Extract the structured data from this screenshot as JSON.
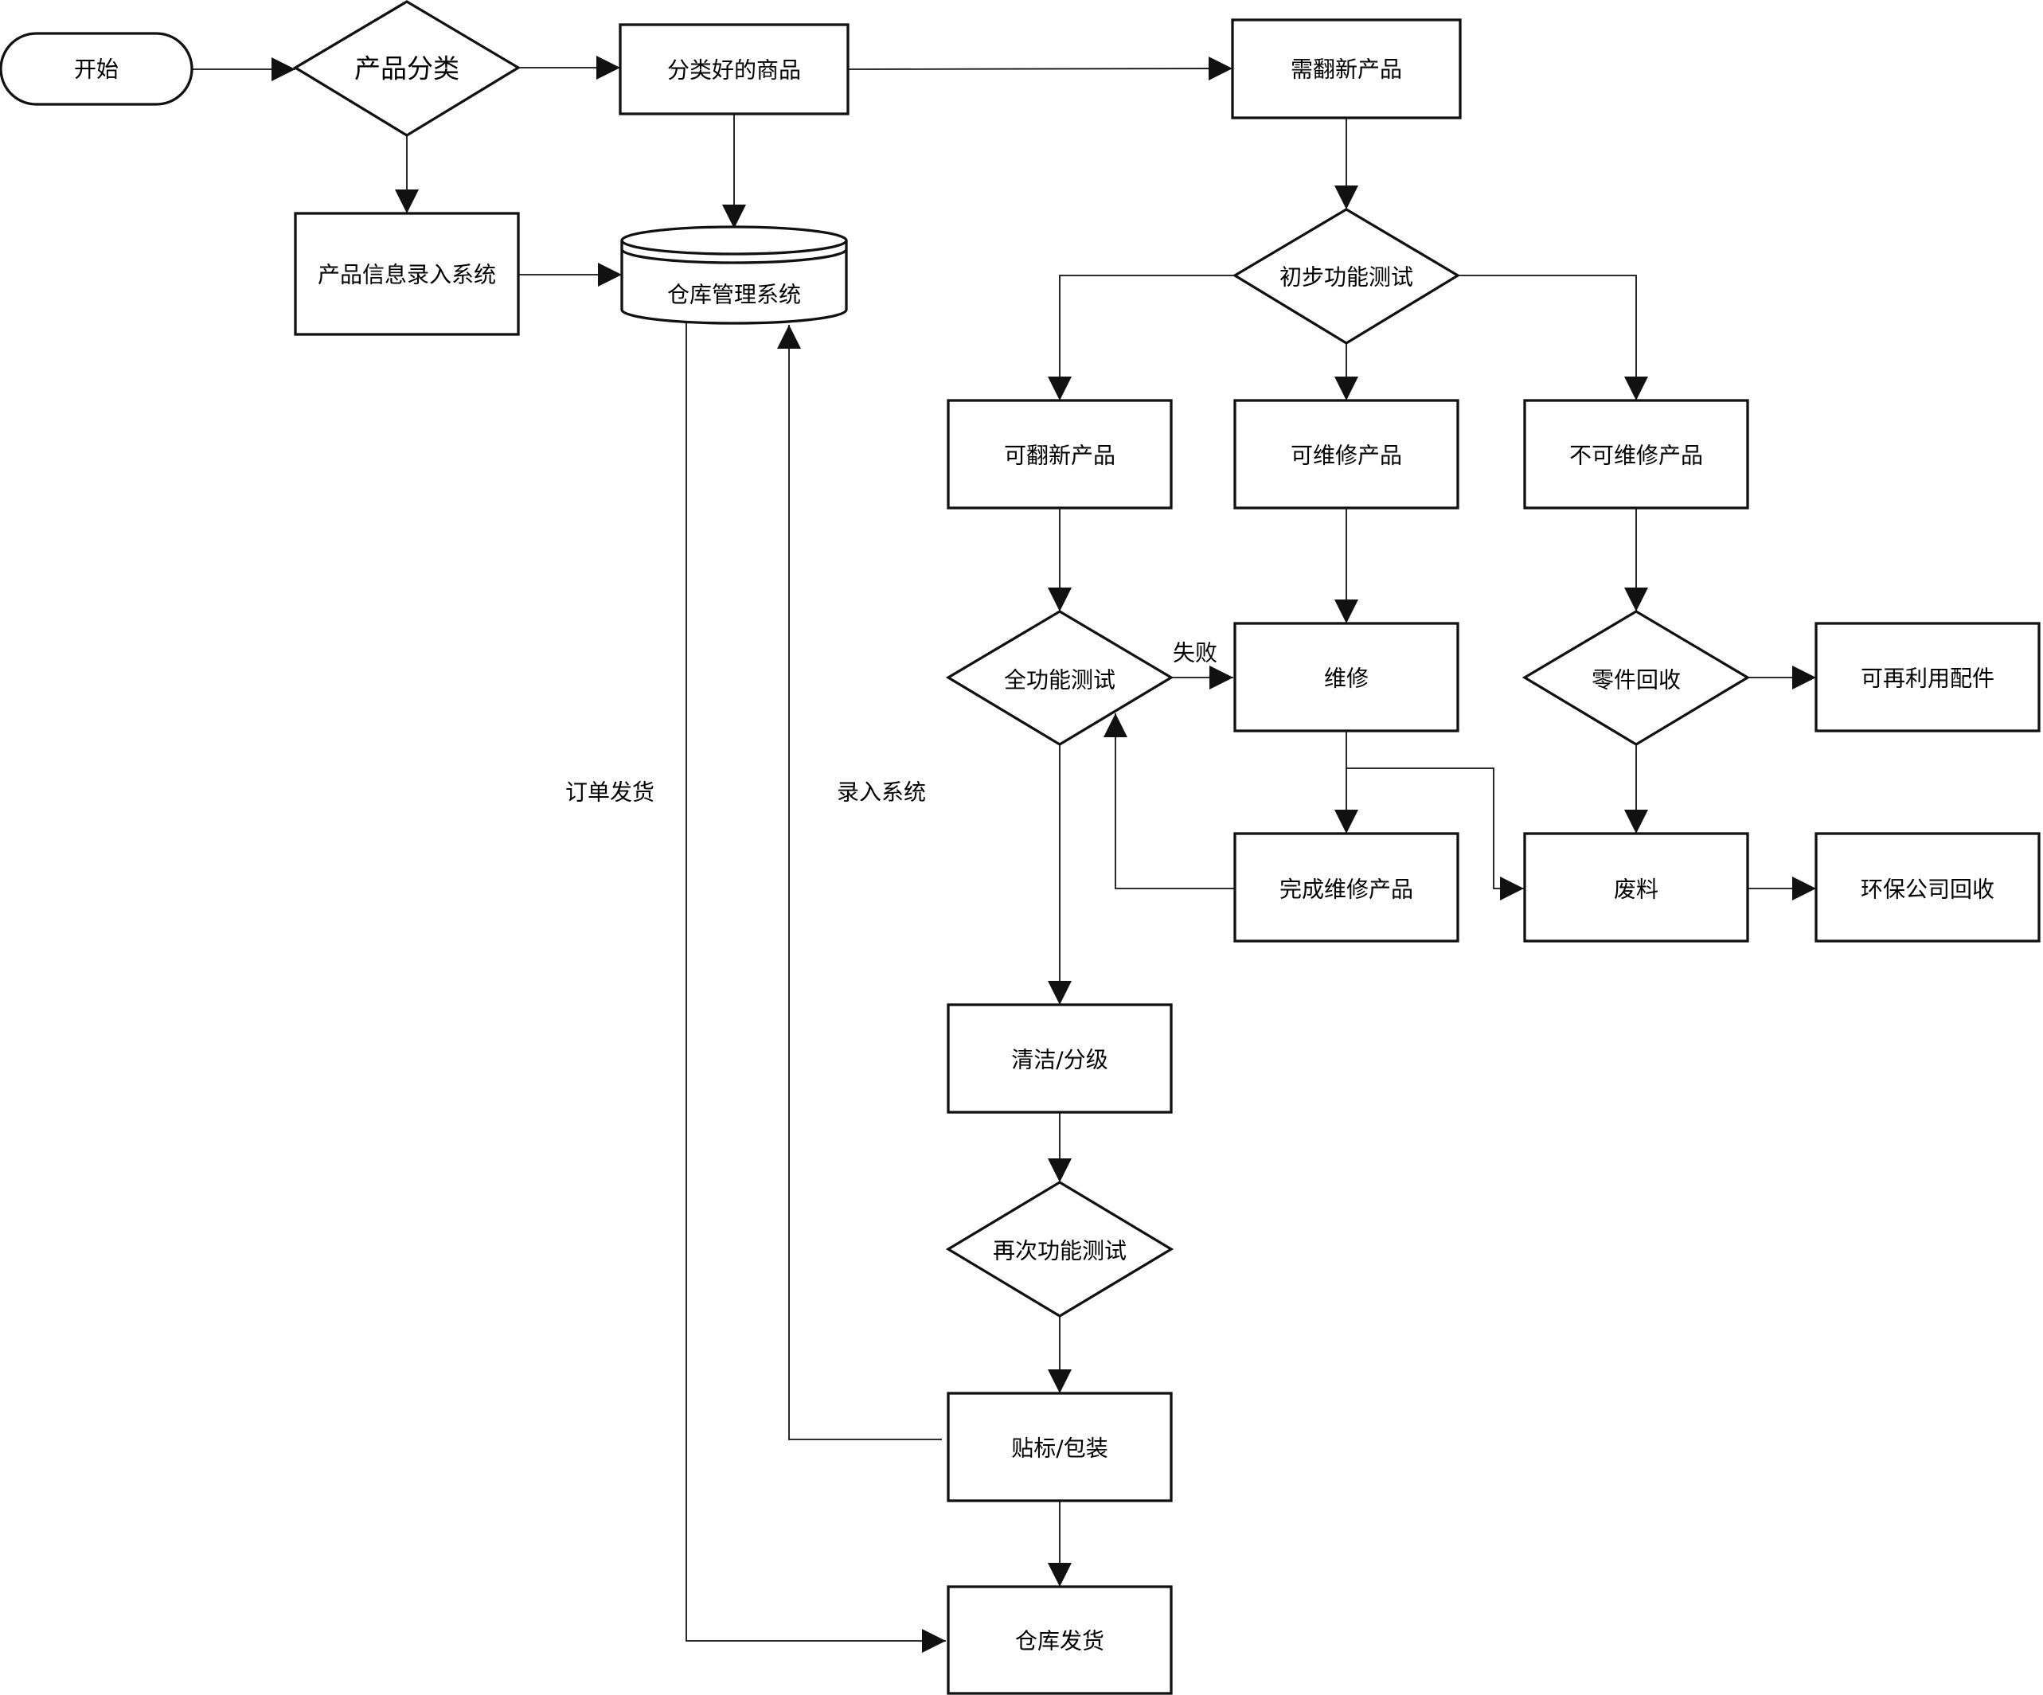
{
  "nodes": {
    "start": "开始",
    "classify": "产品分类",
    "classified_goods": "分类好的商品",
    "needs_refurb": "需翻新产品",
    "product_info_entry": "产品信息录入系统",
    "warehouse_system": "仓库管理系统",
    "initial_test": "初步功能测试",
    "refurbishable": "可翻新产品",
    "repairable": "可维修产品",
    "unrepairable": "不可维修产品",
    "full_test": "全功能测试",
    "repair": "维修",
    "parts_recovery": "零件回收",
    "reusable_parts": "可再利用配件",
    "repaired_product": "完成维修产品",
    "scrap": "废料",
    "eco_recycling": "环保公司回收",
    "clean_grade": "清洁/分级",
    "retest": "再次功能测试",
    "label_pack": "贴标/包装",
    "warehouse_ship": "仓库发货"
  },
  "edge_labels": {
    "fail": "失败",
    "order_ship": "订单发货",
    "enter_system": "录入系统"
  }
}
